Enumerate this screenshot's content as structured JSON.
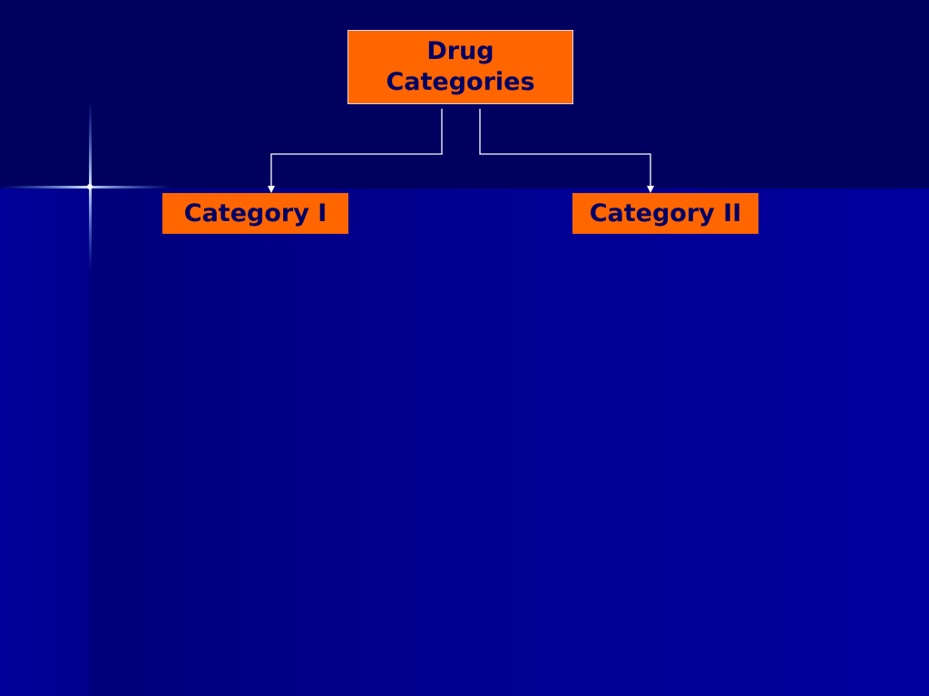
{
  "diagram": {
    "root": {
      "line1": "Drug",
      "line2": "Categories"
    },
    "children": [
      {
        "label": "Category I"
      },
      {
        "label": "Category II"
      }
    ]
  },
  "colors": {
    "box_fill": "#ff6600",
    "box_text": "#000066",
    "background_top": "#00005e",
    "background_main": "#00008c",
    "connector": "#ffffff"
  }
}
